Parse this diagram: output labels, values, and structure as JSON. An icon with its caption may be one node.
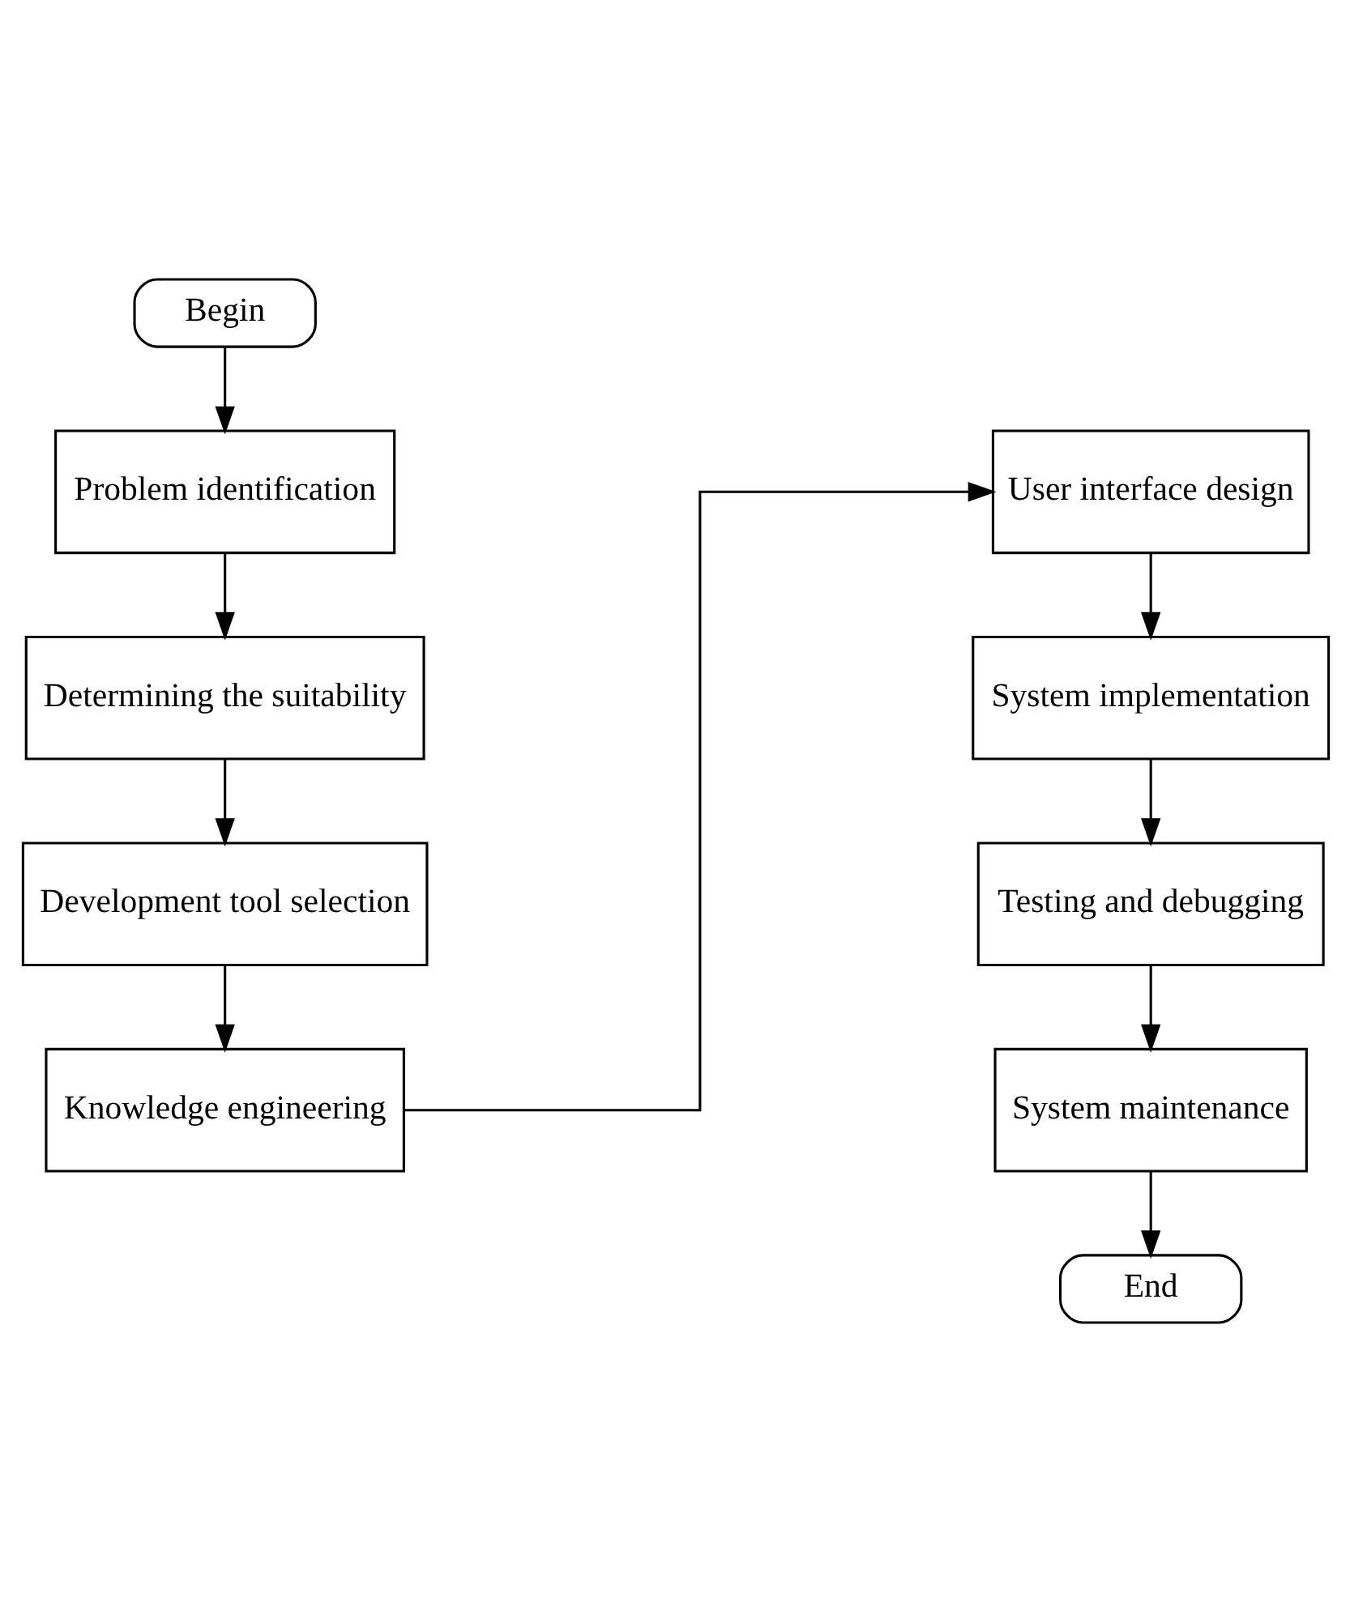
{
  "diagram": {
    "nodes": [
      {
        "text": [
          "Begin"
        ]
      },
      {
        "text": [
          "Problem identification"
        ]
      },
      {
        "text": [
          "Determining the suitability"
        ]
      },
      {
        "text": [
          "Development tool selection"
        ]
      },
      {
        "text": [
          "Knowledge engineering"
        ]
      },
      {
        "text": [
          "User interface design"
        ]
      },
      {
        "text": [
          "System implementation"
        ]
      },
      {
        "text": [
          "Testing and debugging"
        ]
      },
      {
        "text": [
          "System maintenance"
        ]
      },
      {
        "text": [
          "End"
        ]
      }
    ],
    "edges": [
      {
        "from": 0,
        "to": 1,
        "arrow": "to"
      },
      {
        "from": 1,
        "to": 2,
        "arrow": "to"
      },
      {
        "from": 2,
        "to": 3,
        "arrow": "to"
      },
      {
        "from": 3,
        "to": 4,
        "arrow": "to"
      },
      {
        "from": 4,
        "to": 5,
        "arrow": "to"
      },
      {
        "from": 5,
        "to": 6,
        "arrow": "to"
      },
      {
        "from": 6,
        "to": 7,
        "arrow": "to"
      },
      {
        "from": 7,
        "to": 8,
        "arrow": "to"
      },
      {
        "from": 8,
        "to": 9,
        "arrow": "to"
      }
    ]
  }
}
